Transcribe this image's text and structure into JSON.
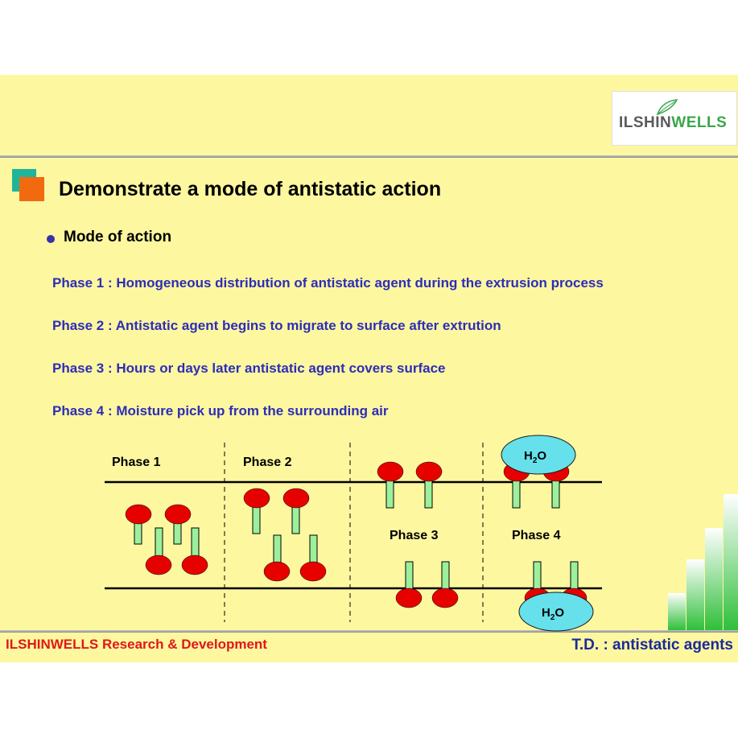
{
  "logo": {
    "part1": "ILSHIN",
    "part2": "WELLS"
  },
  "title": "Demonstrate a mode of antistatic action",
  "bullet": "Mode of action",
  "phases": [
    "Phase 1 : Homogeneous distribution of antistatic agent during the extrusion process",
    "Phase 2 : Antistatic agent begins to migrate to surface after extrution",
    "Phase 3 : Hours or days later antistatic agent covers surface",
    "Phase 4 : Moisture pick up from the surrounding air"
  ],
  "diagram": {
    "labels": [
      "Phase 1",
      "Phase 2",
      "Phase 3",
      "Phase 4"
    ],
    "water": {
      "base": "H",
      "sub": "2",
      "tail": "O"
    }
  },
  "footer": {
    "left": "ILSHINWELLS Research & Development",
    "right": "T.D. : antistatic agents"
  },
  "colors": {
    "background": "#fdf7a0",
    "phase_text": "#2d2db8",
    "head": "#e60000",
    "tail": "#9cf09c",
    "water": "#66e0ea",
    "footer_left": "#e01818",
    "footer_right": "#1a2a9a"
  }
}
